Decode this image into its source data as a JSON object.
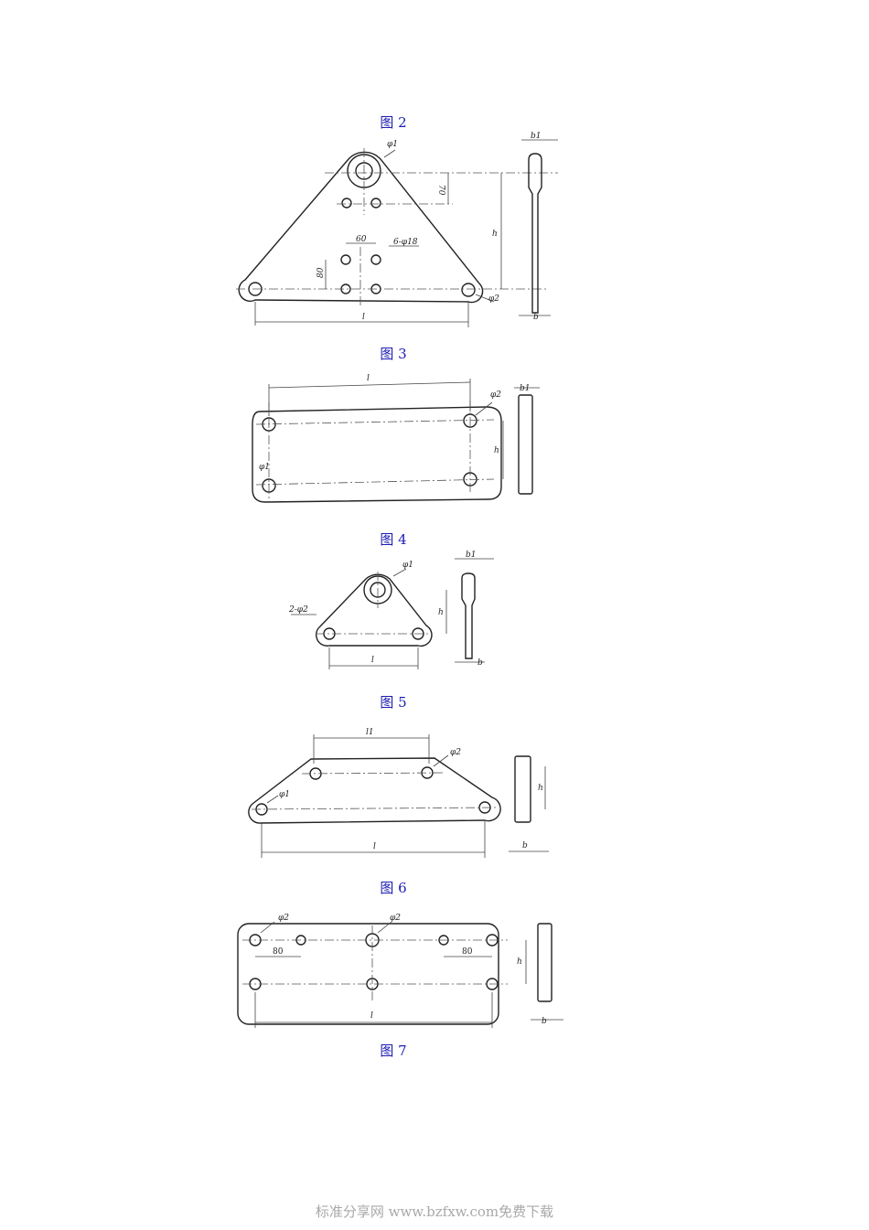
{
  "figures": [
    {
      "caption": "图 2",
      "labels": {
        "phi1": "φ1",
        "dim70": "70",
        "h": "h",
        "b1": "b1",
        "dim60": "60",
        "holes": "6-φ18",
        "dim80": "80",
        "phi2": "φ2",
        "l": "l",
        "b": "b"
      }
    },
    {
      "caption": "图 3",
      "labels": {
        "l": "l",
        "phi2": "φ2",
        "b1": "b1",
        "h": "h",
        "phi1": "φ1"
      }
    },
    {
      "caption": "图 4",
      "labels": {
        "phi1": "φ1",
        "holes": "2-φ2",
        "h": "h",
        "b1": "b1",
        "l": "l",
        "b": "b"
      }
    },
    {
      "caption": "图 5",
      "labels": {
        "l1": "l1",
        "phi2": "φ2",
        "phi1": "φ1",
        "h": "h",
        "l": "l",
        "b": "b"
      }
    },
    {
      "caption": "图 6",
      "labels": {
        "phi2a": "φ2",
        "phi2b": "φ2",
        "dim80a": "80",
        "dim80b": "80",
        "h": "h",
        "l": "l",
        "b": "b"
      }
    },
    {
      "caption": "图 7"
    }
  ],
  "footer": "标准分享网 www.bzfxw.com免费下载",
  "colors": {
    "caption": "#1c1cb4",
    "footer": "#a8a8a8",
    "line": "#222222"
  }
}
